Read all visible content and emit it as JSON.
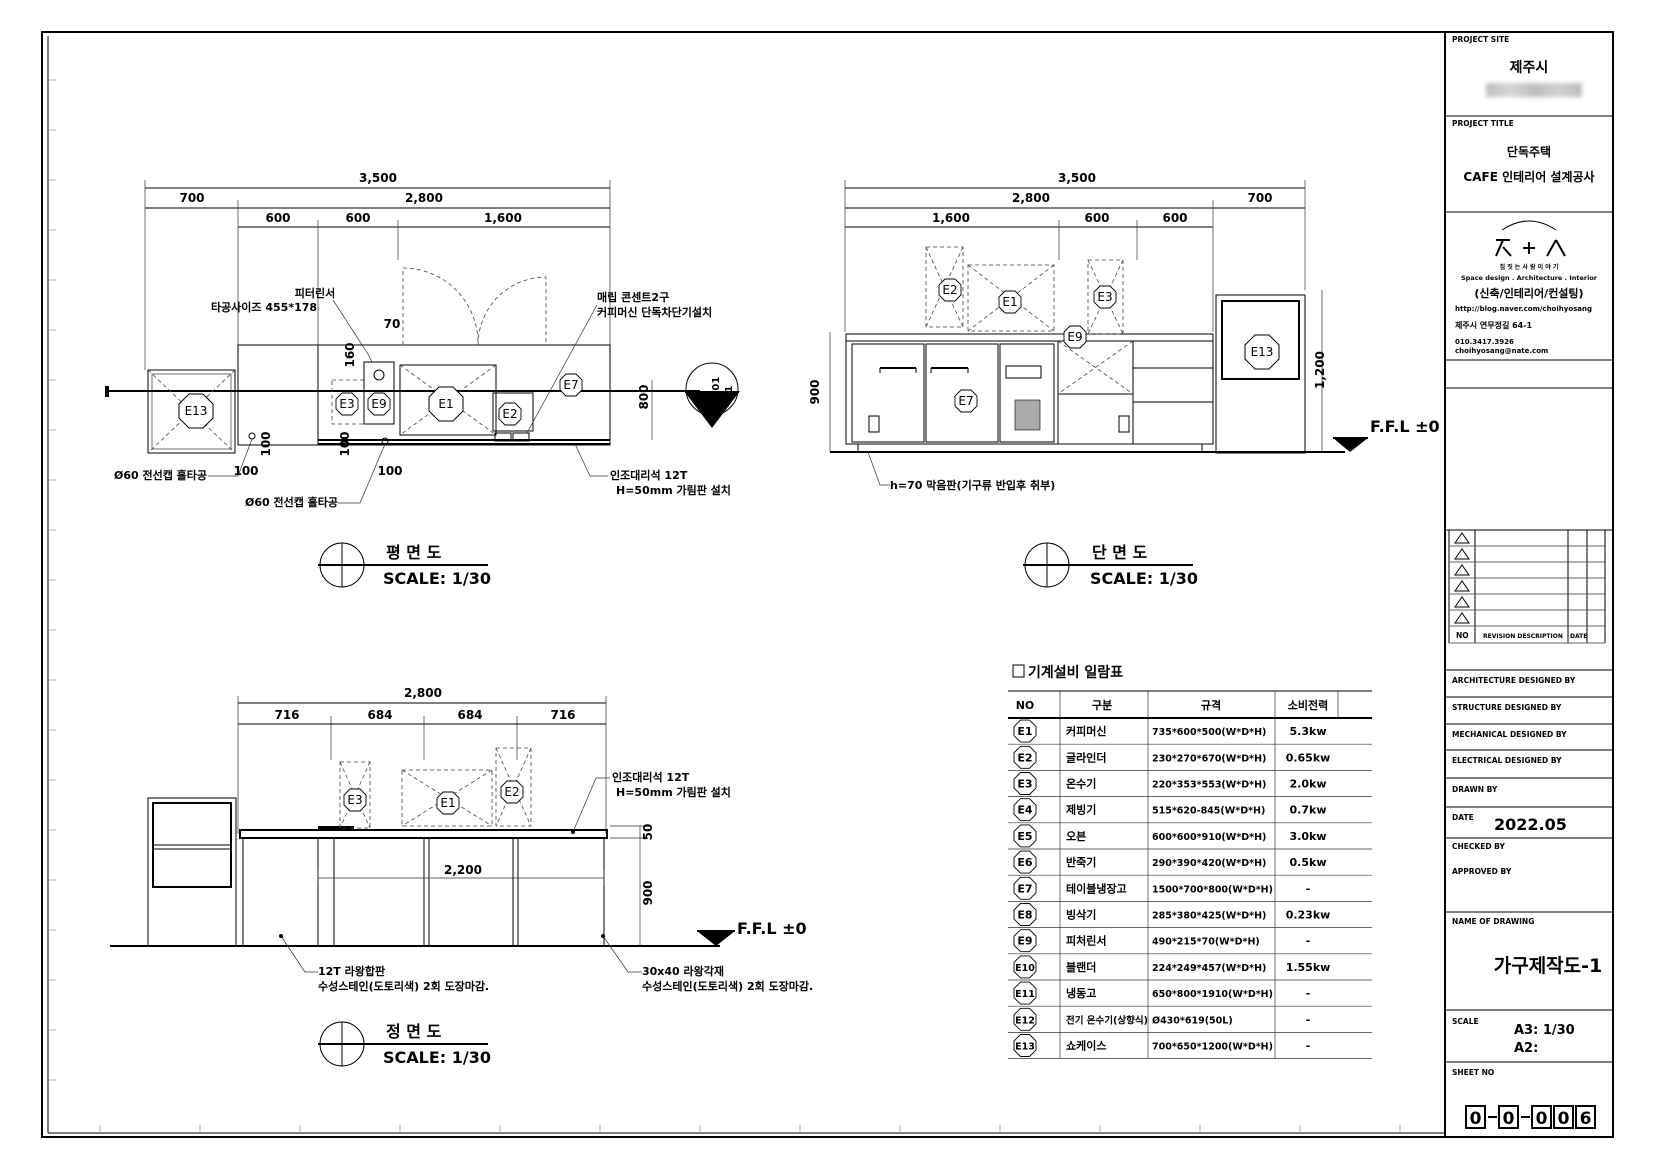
{
  "title_block": {
    "project_site_label": "PROJECT SITE",
    "project_site": "제주시",
    "project_title_label": "PROJECT TITLE",
    "project_title_1": "단독주택",
    "project_title_2": "CAFE 인테리어 설계공사",
    "logo_sub": "집 짓 는 사 람 이 야 기",
    "logo_tagline": "Space design . Architecture . Interior",
    "company_services": "(신축/인테리어/컨설팅)",
    "company_url": "http://blog.naver.com/choihyosang",
    "company_address": "제주시 연무정길 64-1",
    "company_phone": "010.3417.3926",
    "company_email": "choihyosang@nate.com",
    "revision_no": "NO",
    "revision_desc": "REVISION DESCRIPTION",
    "revision_date": "DATE",
    "architecture_designed_by": "ARCHITECTURE DESIGNED BY",
    "structure_designed_by": "STRUCTURE DESIGNED BY",
    "mechanical_designed_by": "MECHANICAL DESIGNED BY",
    "electrical_designed_by": "ELECTRICAL DESIGNED BY",
    "drawn_by": "DRAWN BY",
    "date_label": "DATE",
    "date_value": "2022.05",
    "checked_by": "CHECKED BY",
    "approved_by": "APPROVED BY",
    "name_of_drawing_label": "NAME OF DRAWING",
    "name_of_drawing": "가구제작도-1",
    "scale_label": "SCALE",
    "scale_a3": "A3: 1/30",
    "scale_a2": "A2:",
    "sheet_no_label": "SHEET NO",
    "sheet_no": [
      "0",
      "0",
      "0",
      "0",
      "6"
    ]
  },
  "plan": {
    "title": "평   면   도",
    "scale": "SCALE: 1/30",
    "dims": [
      "3,500",
      "700",
      "2,800",
      "600",
      "600",
      "1,600",
      "70",
      "160",
      "800",
      "100",
      "100",
      "100",
      "100"
    ],
    "notes": {
      "pitcher_1": "피터린서",
      "pitcher_2": "타공사이즈 455*178",
      "outlet_1": "매립 콘센트2구",
      "outlet_2": "커피머신 단독차단기설치",
      "hole_1": "Ø60 전선캡 홀타공",
      "hole_2": "Ø60 전선캡 홀타공",
      "marble_1": "인조대리석 12T",
      "marble_2": "H=50mm 가림판 설치"
    },
    "section_mark_top": "F-01",
    "section_mark_bottom": "1"
  },
  "section": {
    "title": "단   면   도",
    "scale": "SCALE: 1/30",
    "dims": [
      "3,500",
      "2,800",
      "700",
      "1,600",
      "600",
      "600",
      "900",
      "1,200"
    ],
    "ffl": "F.F.L ±0",
    "note": "h=70 막음판(기구류 반입후 취부)"
  },
  "elevation": {
    "title": "정   면   도",
    "scale": "SCALE: 1/30",
    "dims": [
      "2,800",
      "716",
      "684",
      "684",
      "716",
      "2,200",
      "50",
      "900"
    ],
    "ffl": "F.F.L ±0",
    "notes": {
      "marble_1": "인조대리석 12T",
      "marble_2": "H=50mm 가림판 설치",
      "board_1": "12T 라왕합판",
      "board_2": "수성스테인(도토리색) 2회 도장마감.",
      "lumber_1": "30x40 라왕각재",
      "lumber_2": "수성스테인(도토리색) 2회 도장마감."
    }
  },
  "equipment_table": {
    "title": "기계설비 일람표",
    "headers": [
      "NO",
      "구분",
      "규격",
      "소비전력"
    ],
    "rows": [
      [
        "E1",
        "커피머신",
        "735*600*500(W*D*H)",
        "5.3kw"
      ],
      [
        "E2",
        "글라인더",
        "230*270*670(W*D*H)",
        "0.65kw"
      ],
      [
        "E3",
        "온수기",
        "220*353*553(W*D*H)",
        "2.0kw"
      ],
      [
        "E4",
        "제빙기",
        "515*620-845(W*D*H)",
        "0.7kw"
      ],
      [
        "E5",
        "오븐",
        "600*600*910(W*D*H)",
        "3.0kw"
      ],
      [
        "E6",
        "반죽기",
        "290*390*420(W*D*H)",
        "0.5kw"
      ],
      [
        "E7",
        "테이블냉장고",
        "1500*700*800(W*D*H)",
        "-"
      ],
      [
        "E8",
        "빙삭기",
        "285*380*425(W*D*H)",
        "0.23kw"
      ],
      [
        "E9",
        "피처린서",
        "490*215*70(W*D*H)",
        "-"
      ],
      [
        "E10",
        "블랜더",
        "224*249*457(W*D*H)",
        "1.55kw"
      ],
      [
        "E11",
        "냉동고",
        "650*800*1910(W*D*H)",
        "-"
      ],
      [
        "E12",
        "전기 온수기(상향식)",
        "Ø430*619(50L)",
        "-"
      ],
      [
        "E13",
        "쇼케이스",
        "700*650*1200(W*D*H)",
        "-"
      ]
    ]
  },
  "tags": {
    "E1": "E1",
    "E2": "E2",
    "E3": "E3",
    "E7": "E7",
    "E9": "E9",
    "E13": "E13"
  }
}
